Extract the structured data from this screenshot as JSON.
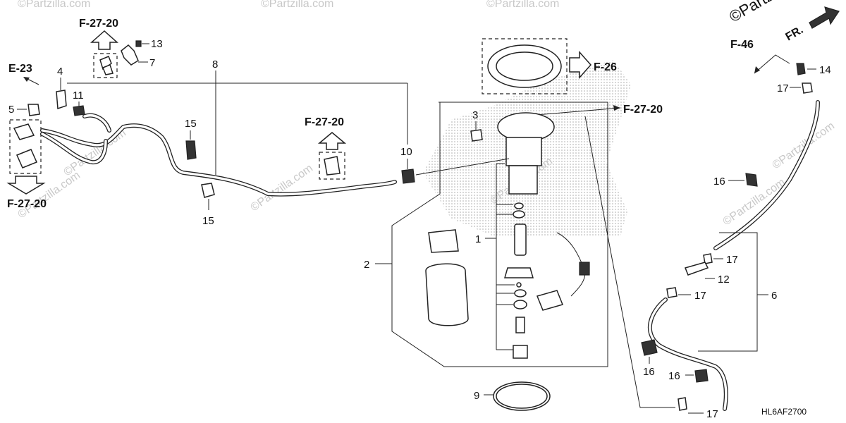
{
  "diagram_code": "HL6AF2700",
  "watermark": "©Partzilla.com",
  "watermark_corner": "©Partzilla",
  "front_marker": "FR.",
  "refs": {
    "f27_20_top": "F-27-20",
    "e23": "E-23",
    "f27_20_left": "F-27-20",
    "f27_20_mid": "F-27-20",
    "f26": "F-26",
    "f27_20_right": "F-27-20",
    "f46": "F-46"
  },
  "callouts": {
    "c13": "13",
    "c7": "7",
    "c4": "4",
    "c11": "11",
    "c5": "5",
    "c8": "8",
    "c15a": "15",
    "c15b": "15",
    "c10": "10",
    "c3": "3",
    "c1": "1",
    "c2": "2",
    "c9": "9",
    "c14": "14",
    "c17a": "17",
    "c16a": "16",
    "c17b": "17",
    "c12": "12",
    "c17c": "17",
    "c6": "6",
    "c16b": "16",
    "c16c": "16",
    "c17d": "17"
  }
}
